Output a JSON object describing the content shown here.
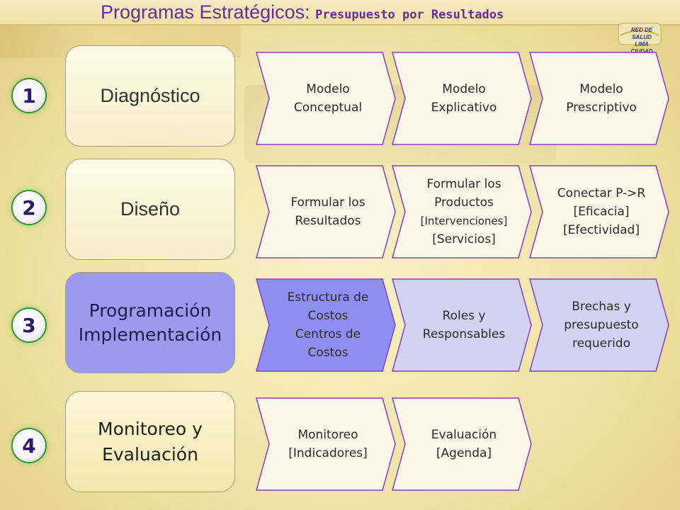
{
  "header": {
    "title_main": "Programas Estratégicos:",
    "title_sub": "Presupuesto por Resultados"
  },
  "logo": {
    "line1": "RED DE SALUD",
    "line2": "LIMA CIUDAD"
  },
  "colors": {
    "title": "#6a2a9c",
    "stage_highlight": "#9a9af0",
    "step_outline": "#8b3fbf",
    "step_active": "#8f8ff2",
    "step_light": "#d2d2f2",
    "step_pale": "#faf7e8"
  },
  "rows": [
    {
      "number": "1",
      "stage_lines": [
        "Diagnóstico"
      ],
      "steps": [
        {
          "lines": [
            "Modelo",
            "Conceptual"
          ]
        },
        {
          "lines": [
            "Modelo",
            "Explicativo"
          ]
        },
        {
          "lines": [
            "Modelo",
            "Prescriptivo"
          ]
        }
      ]
    },
    {
      "number": "2",
      "stage_lines": [
        "Diseño"
      ],
      "steps": [
        {
          "lines": [
            "Formular los",
            "Resultados"
          ]
        },
        {
          "lines": [
            "Formular los",
            "Productos",
            "[Intervenciones]",
            "[Servicios]"
          ]
        },
        {
          "lines": [
            "Conectar P->R",
            "[Eficacia]",
            "[Efectividad]"
          ]
        }
      ]
    },
    {
      "number": "3",
      "stage_lines": [
        "Programación",
        "Implementación"
      ],
      "steps": [
        {
          "lines": [
            "Estructura de",
            "Costos",
            "Centros de",
            "Costos"
          ]
        },
        {
          "lines": [
            "Roles y",
            "Responsables"
          ]
        },
        {
          "lines": [
            "Brechas y",
            "presupuesto",
            "requerido"
          ]
        }
      ]
    },
    {
      "number": "4",
      "stage_lines": [
        "Monitoreo y",
        "Evaluación"
      ],
      "steps": [
        {
          "lines": [
            "Monitoreo",
            "[Indicadores]"
          ]
        },
        {
          "lines": [
            "Evaluación",
            "[Agenda]"
          ]
        }
      ]
    }
  ]
}
